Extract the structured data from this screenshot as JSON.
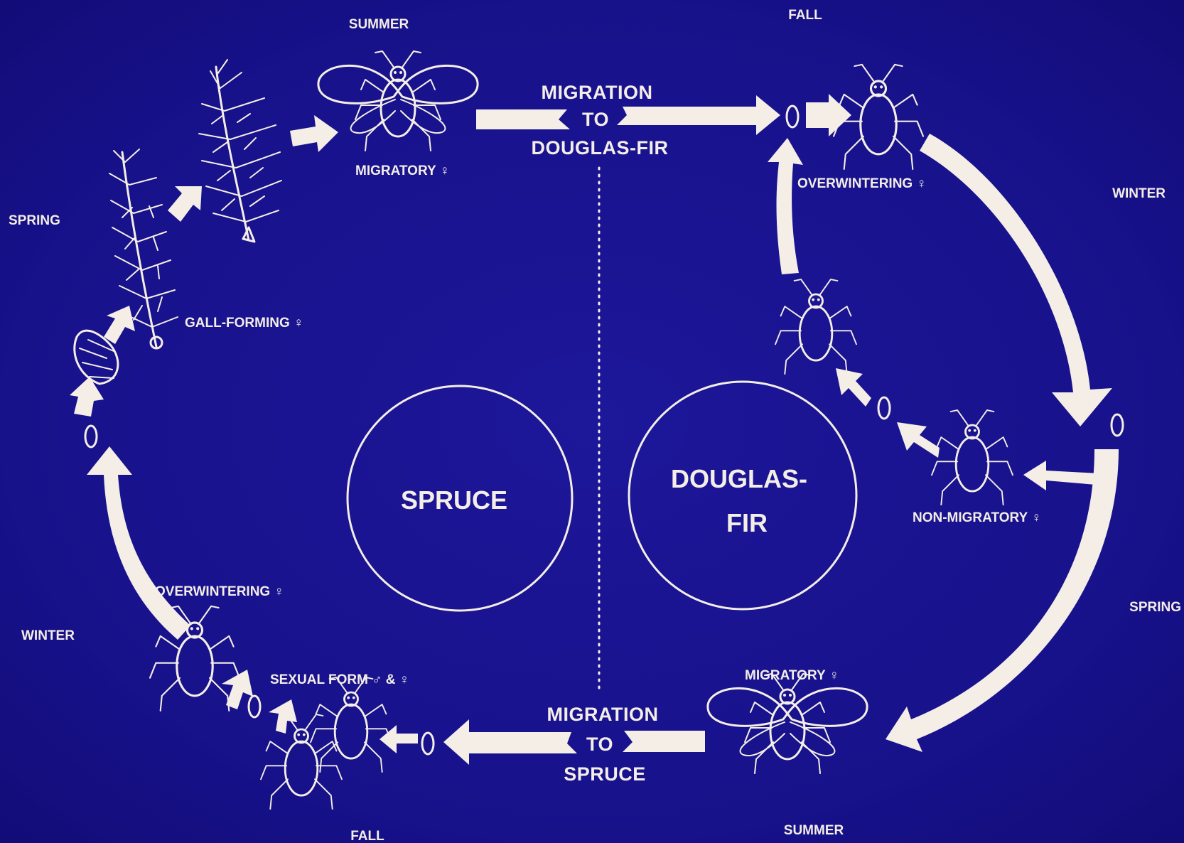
{
  "seasons": {
    "summer_top": "SUMMER",
    "fall_top": "FALL",
    "spring_left": "SPRING",
    "winter_right": "WINTER",
    "winter_left": "WINTER",
    "spring_right": "SPRING",
    "fall_bottom": "FALL",
    "summer_bottom": "SUMMER"
  },
  "migration_top": {
    "line1": "MIGRATION",
    "line2": "TO",
    "line3": "DOUGLAS-FIR"
  },
  "migration_bottom": {
    "line1": "MIGRATION",
    "line2": "TO",
    "line3": "SPRUCE"
  },
  "stages": {
    "migratory_top": "MIGRATORY ♀",
    "overwintering_right": "OVERWINTERING ♀",
    "gall_forming": "GALL-FORMING ♀",
    "non_migratory": "NON-MIGRATORY ♀",
    "overwintering_left": "OVERWINTERING ♀",
    "sexual_form": "SEXUAL FORM ♂ & ♀",
    "migratory_bottom": "MIGRATORY ♀"
  },
  "hosts": {
    "spruce": "SPRUCE",
    "douglas_line1": "DOUGLAS-",
    "douglas_line2": "FIR"
  },
  "colors": {
    "background": "#19138c",
    "ink": "#f4eee6"
  }
}
